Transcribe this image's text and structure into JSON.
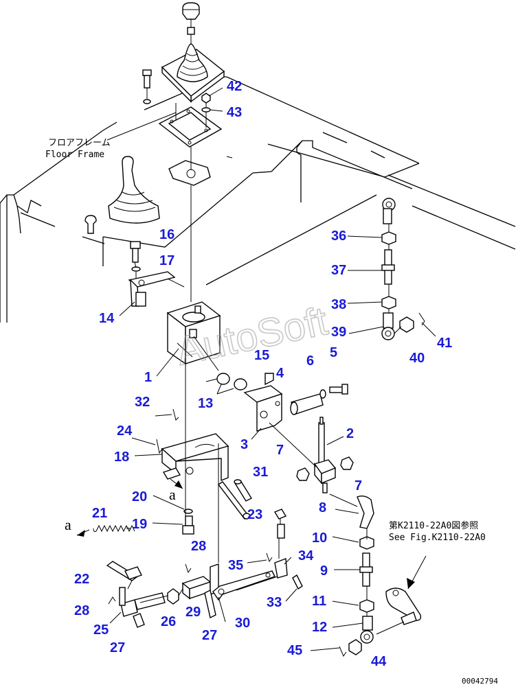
{
  "notes": {
    "floor_frame_jp": "フロアフレーム",
    "floor_frame_en": "Floor Frame",
    "see_fig_jp": "第K2110-22A0図参照",
    "see_fig_en": "See Fig.K2110-22A0",
    "arrow_a": "a",
    "arrow_a2": "a",
    "doc_number": "00042794"
  },
  "watermark": "AutoSoft",
  "colors": {
    "callout": "#1a1ad6",
    "line": "#000000"
  },
  "callouts": [
    "1",
    "2",
    "3",
    "4",
    "5",
    "6",
    "7",
    "7",
    "8",
    "9",
    "10",
    "11",
    "12",
    "13",
    "14",
    "15",
    "16",
    "17",
    "18",
    "19",
    "20",
    "21",
    "22",
    "23",
    "24",
    "25",
    "26",
    "27",
    "27",
    "28",
    "28",
    "29",
    "30",
    "31",
    "32",
    "33",
    "34",
    "35",
    "36",
    "37",
    "38",
    "39",
    "40",
    "41",
    "42",
    "43",
    "44",
    "45"
  ]
}
